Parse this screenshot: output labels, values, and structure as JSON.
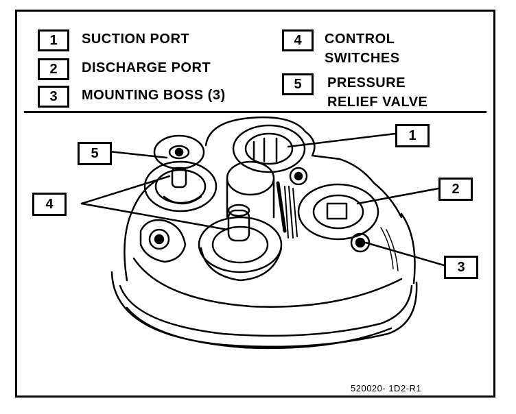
{
  "legend": {
    "items": [
      {
        "num": "1",
        "label": "SUCTION PORT"
      },
      {
        "num": "2",
        "label": "DISCHARGE PORT"
      },
      {
        "num": "3",
        "label": "MOUNTING BOSS (3)"
      },
      {
        "num": "4",
        "label_line1": "CONTROL",
        "label_line2": "SWITCHES"
      },
      {
        "num": "5",
        "label_line1": "PRESSURE",
        "label_line2": "RELIEF VALVE"
      }
    ]
  },
  "callouts": [
    "1",
    "2",
    "3",
    "4",
    "5"
  ],
  "figure_code": "520020- 1D2-R1"
}
